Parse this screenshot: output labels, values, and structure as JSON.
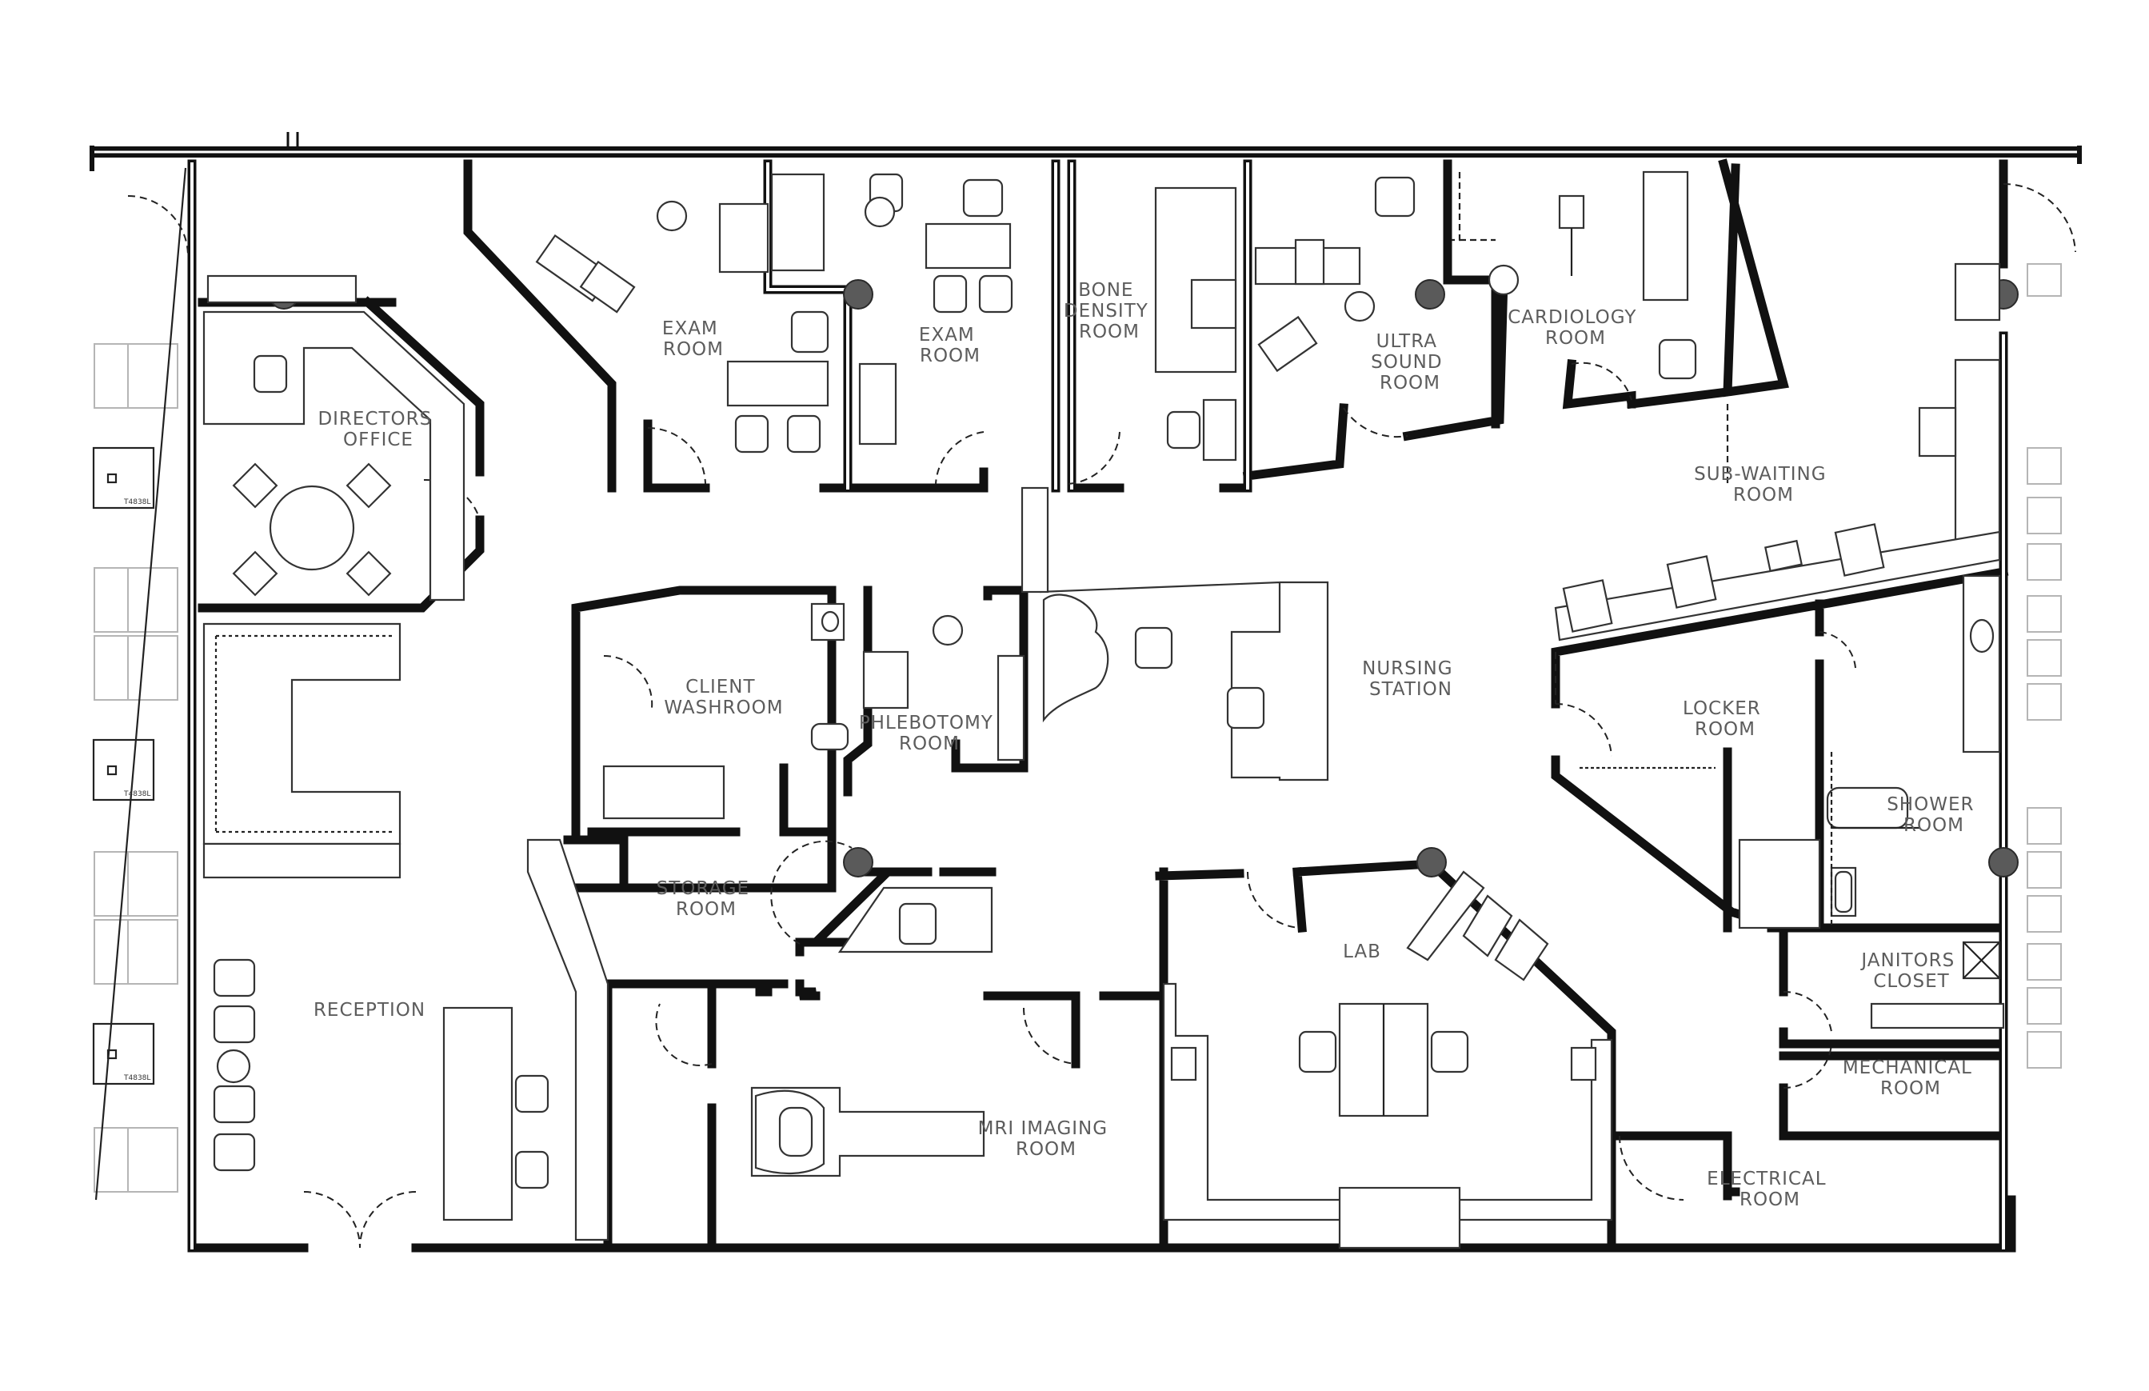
{
  "plan": {
    "rooms": {
      "exam_room_1": [
        "EXAM",
        "ROOM"
      ],
      "exam_room_2": [
        "EXAM",
        "ROOM"
      ],
      "bone_density_room": [
        "BONE",
        "DENSITY",
        "ROOM"
      ],
      "ultra_sound_room": [
        "ULTRA",
        "SOUND",
        "ROOM"
      ],
      "cardiology_room": [
        "CARDIOLOGY",
        "ROOM"
      ],
      "directors_office": [
        "DIRECTORS",
        "OFFICE"
      ],
      "sub_waiting_room": [
        "SUB-WAITING",
        "ROOM"
      ],
      "client_washroom": [
        "CLIENT",
        "WASHROOM"
      ],
      "phlebotomy_room": [
        "PHLEBOTOMY",
        "ROOM"
      ],
      "nursing_station": [
        "NURSING",
        "STATION"
      ],
      "locker_room": [
        "LOCKER",
        "ROOM"
      ],
      "shower_room": [
        "SHOWER",
        "ROOM"
      ],
      "storage_room": [
        "STORAGE",
        "ROOM"
      ],
      "lab": [
        "LAB"
      ],
      "janitors_closet": [
        "JANITORS",
        "CLOSET"
      ],
      "reception": [
        "RECEPTION"
      ],
      "mri_imaging_room": [
        "MRI IMAGING",
        "ROOM"
      ],
      "mechanical_room": [
        "MECHANICAL",
        "ROOM"
      ],
      "electrical_room": [
        "ELECTRICAL",
        "ROOM"
      ]
    },
    "tags": {
      "fixture_tag": "T4838L"
    }
  }
}
